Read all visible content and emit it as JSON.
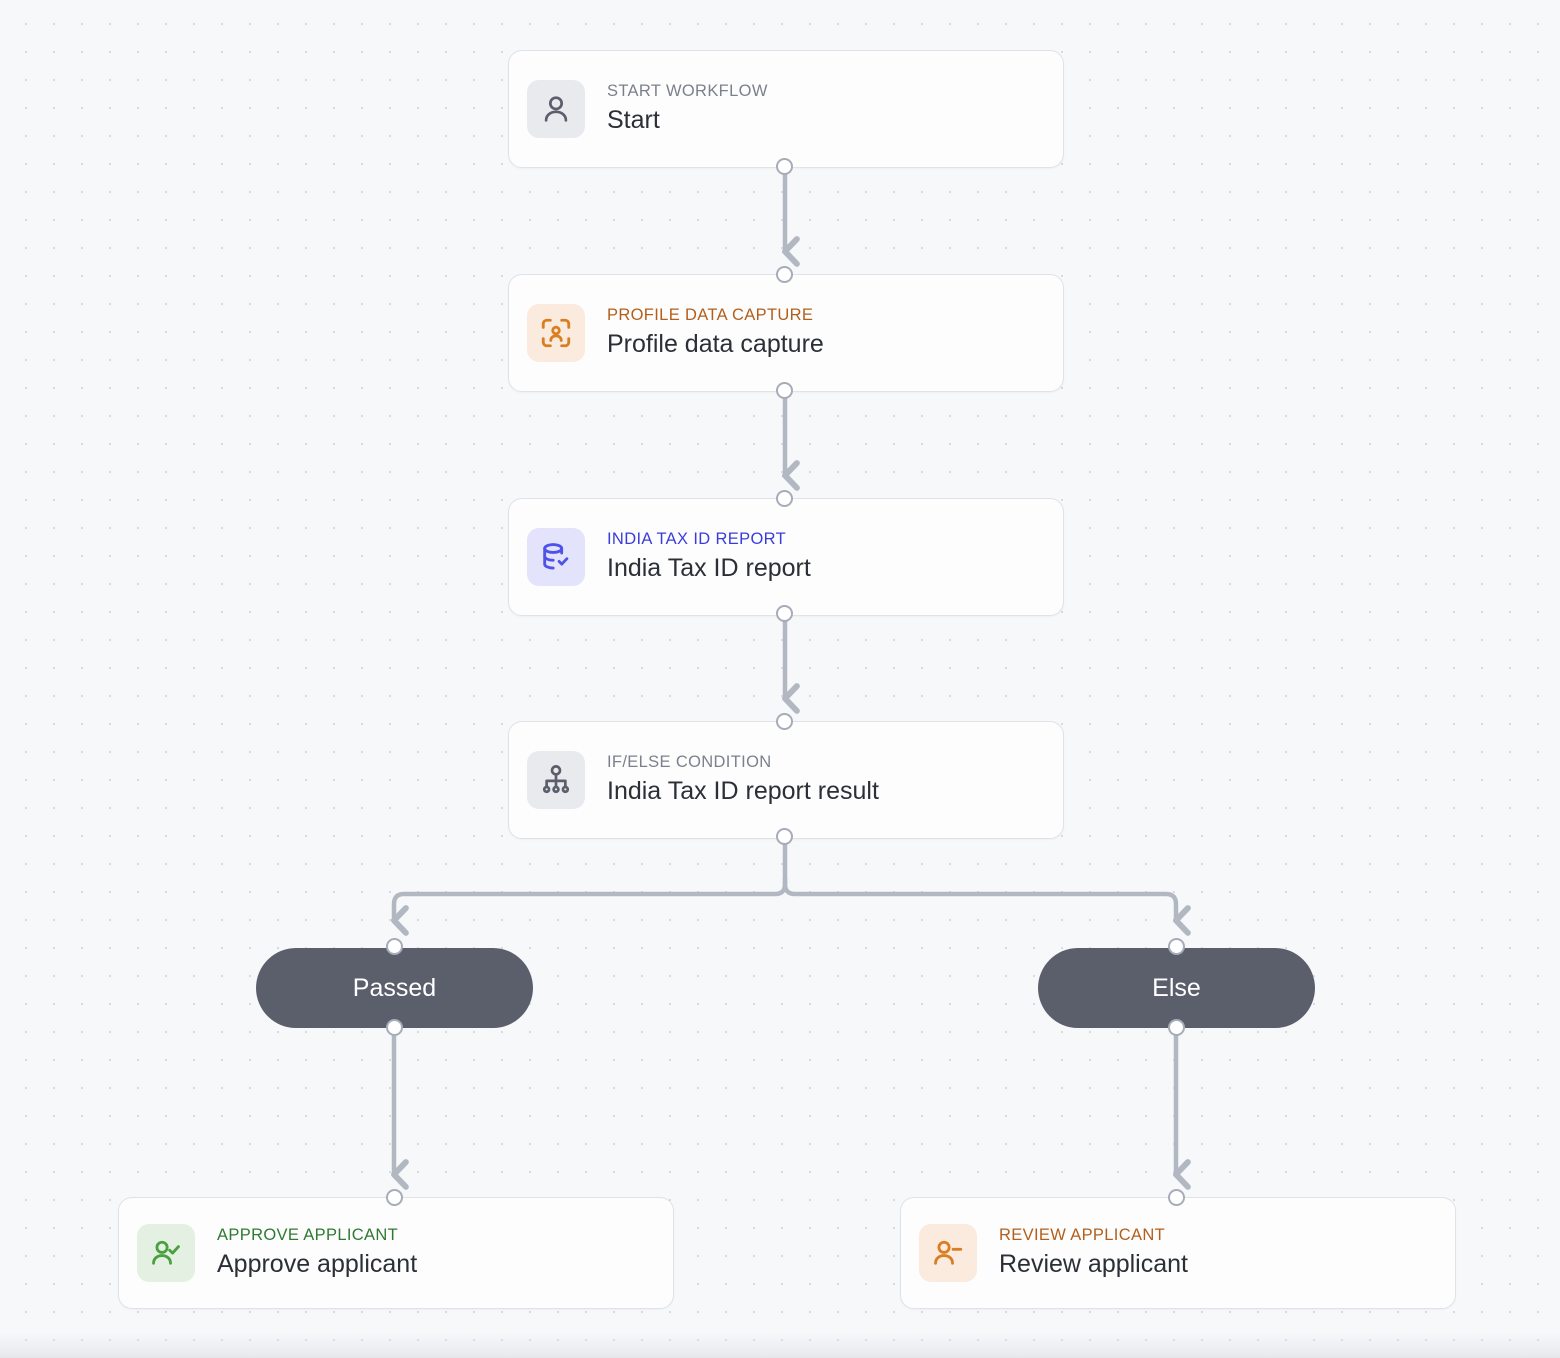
{
  "canvas": {
    "background_color": "#f7f8fa",
    "dot_color": "#d6dae1"
  },
  "colors": {
    "card_bg": "#fdfdfe",
    "card_border": "#dfe3e8",
    "title_text": "#2b2f36",
    "edge_stroke": "#b2b8c2",
    "handle_fill": "#ffffff",
    "handle_border": "#a6acb8",
    "pill_bg": "#5b5f6b",
    "pill_text": "#ffffff",
    "gray_accent": "#7b818c",
    "orange_accent": "#b35f1c",
    "indigo_accent": "#3b3ddb",
    "green_accent": "#2f7a31"
  },
  "nodes": [
    {
      "id": "start",
      "eyebrow": "START WORKFLOW",
      "title": "Start",
      "icon": "person-icon",
      "theme": "gray"
    },
    {
      "id": "profile-data-capture",
      "eyebrow": "PROFILE DATA CAPTURE",
      "title": "Profile data capture",
      "icon": "person-scan-icon",
      "theme": "orange"
    },
    {
      "id": "india-tax-id-report",
      "eyebrow": "INDIA TAX ID REPORT",
      "title": "India Tax ID report",
      "icon": "database-check-icon",
      "theme": "indigo"
    },
    {
      "id": "india-tax-id-report-result",
      "eyebrow": "IF/ELSE CONDITION",
      "title": "India Tax ID report result",
      "icon": "branch-hierarchy-icon",
      "theme": "gray"
    },
    {
      "id": "approve-applicant",
      "eyebrow": "APPROVE APPLICANT",
      "title": "Approve applicant",
      "icon": "person-check-icon",
      "theme": "green"
    },
    {
      "id": "review-applicant",
      "eyebrow": "REVIEW APPLICANT",
      "title": "Review applicant",
      "icon": "person-minus-icon",
      "theme": "orange"
    }
  ],
  "branches": [
    {
      "id": "passed",
      "label": "Passed"
    },
    {
      "id": "else",
      "label": "Else"
    }
  ]
}
